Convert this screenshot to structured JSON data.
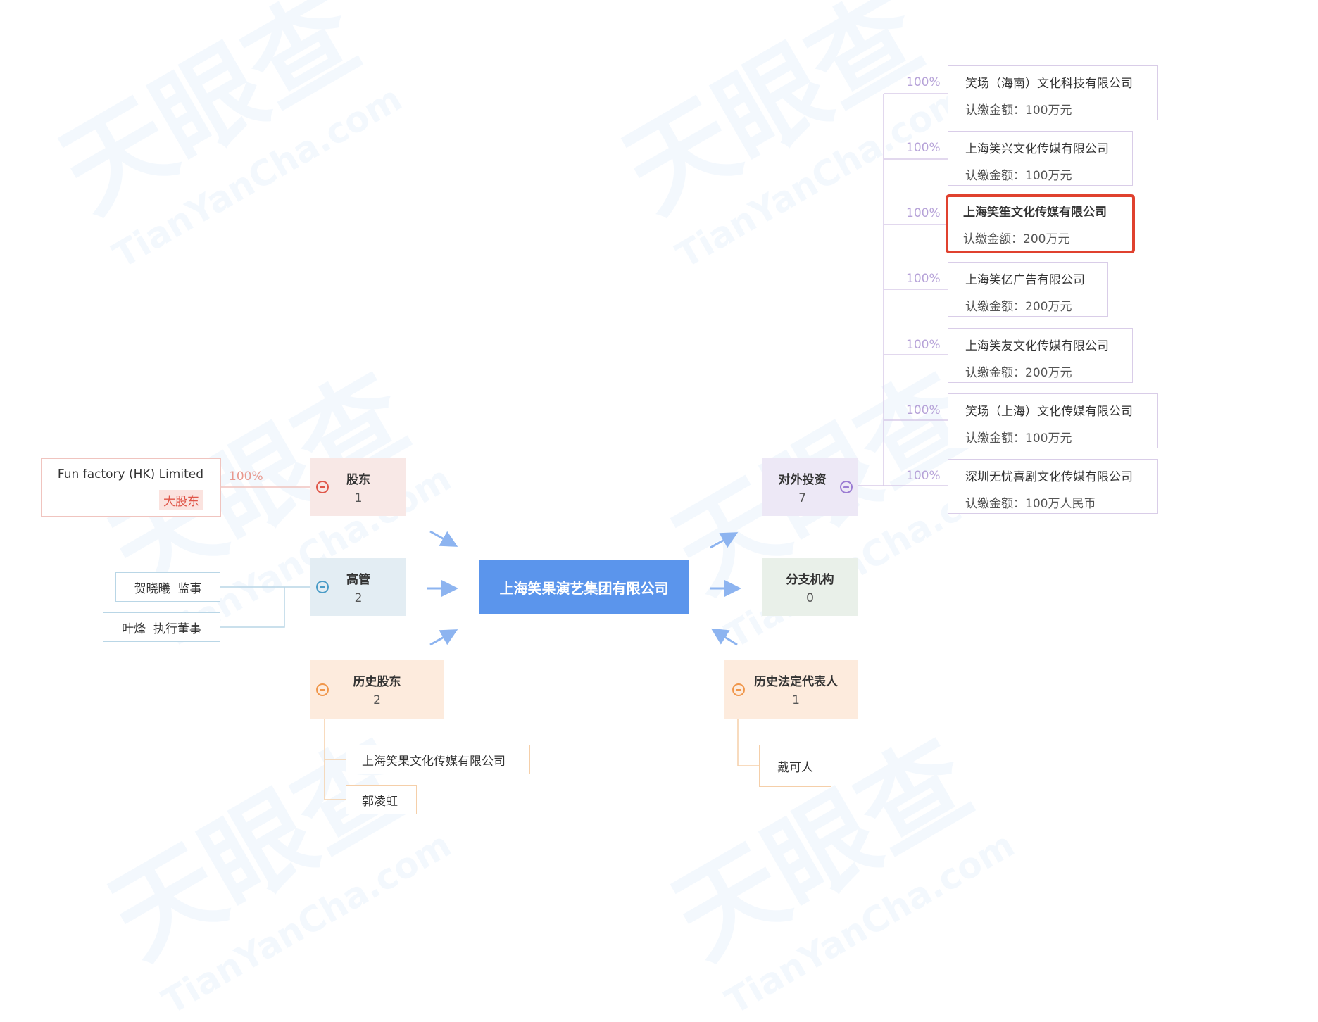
{
  "watermark": {
    "brand": "天眼查",
    "site": "TianYanCha.com"
  },
  "center": {
    "name": "上海笑果演艺集团有限公司"
  },
  "shareholders": {
    "label": "股东",
    "count": "1",
    "items": [
      {
        "name": "Fun factory (HK) Limited",
        "tag": "大股东",
        "percent": "100%"
      }
    ]
  },
  "executives": {
    "label": "高管",
    "count": "2",
    "items": [
      {
        "name": "贺晓曦",
        "role": "监事"
      },
      {
        "name": "叶烽",
        "role": "执行董事"
      }
    ]
  },
  "history_shareholders": {
    "label": "历史股东",
    "count": "2",
    "items": [
      {
        "name": "上海笑果文化传媒有限公司"
      },
      {
        "name": "郭凌虹"
      }
    ]
  },
  "investments": {
    "label": "对外投资",
    "count": "7",
    "items": [
      {
        "name": "笑场（海南）文化科技有限公司",
        "amount": "认缴金额：100万元",
        "percent": "100%"
      },
      {
        "name": "上海笑兴文化传媒有限公司",
        "amount": "认缴金额：100万元",
        "percent": "100%"
      },
      {
        "name": "上海笑笙文化传媒有限公司",
        "amount": "认缴金额：200万元",
        "percent": "100%",
        "highlighted": true
      },
      {
        "name": "上海笑亿广告有限公司",
        "amount": "认缴金额：200万元",
        "percent": "100%"
      },
      {
        "name": "上海笑友文化传媒有限公司",
        "amount": "认缴金额：200万元",
        "percent": "100%"
      },
      {
        "name": "笑场（上海）文化传媒有限公司",
        "amount": "认缴金额：100万元",
        "percent": "100%"
      },
      {
        "name": "深圳无忧喜剧文化传媒有限公司",
        "amount": "认缴金额：100万人民币",
        "percent": "100%"
      }
    ]
  },
  "branches": {
    "label": "分支机构",
    "count": "0"
  },
  "history_legal_rep": {
    "label": "历史法定代表人",
    "count": "1",
    "items": [
      {
        "name": "戴可人"
      }
    ]
  },
  "colors": {
    "center": "#5b95ec",
    "highlight": "#e0412f",
    "shareholder": "#e0574a",
    "executive": "#4a9cc7",
    "history": "#f0964a",
    "investment": "#9b7cd3"
  }
}
